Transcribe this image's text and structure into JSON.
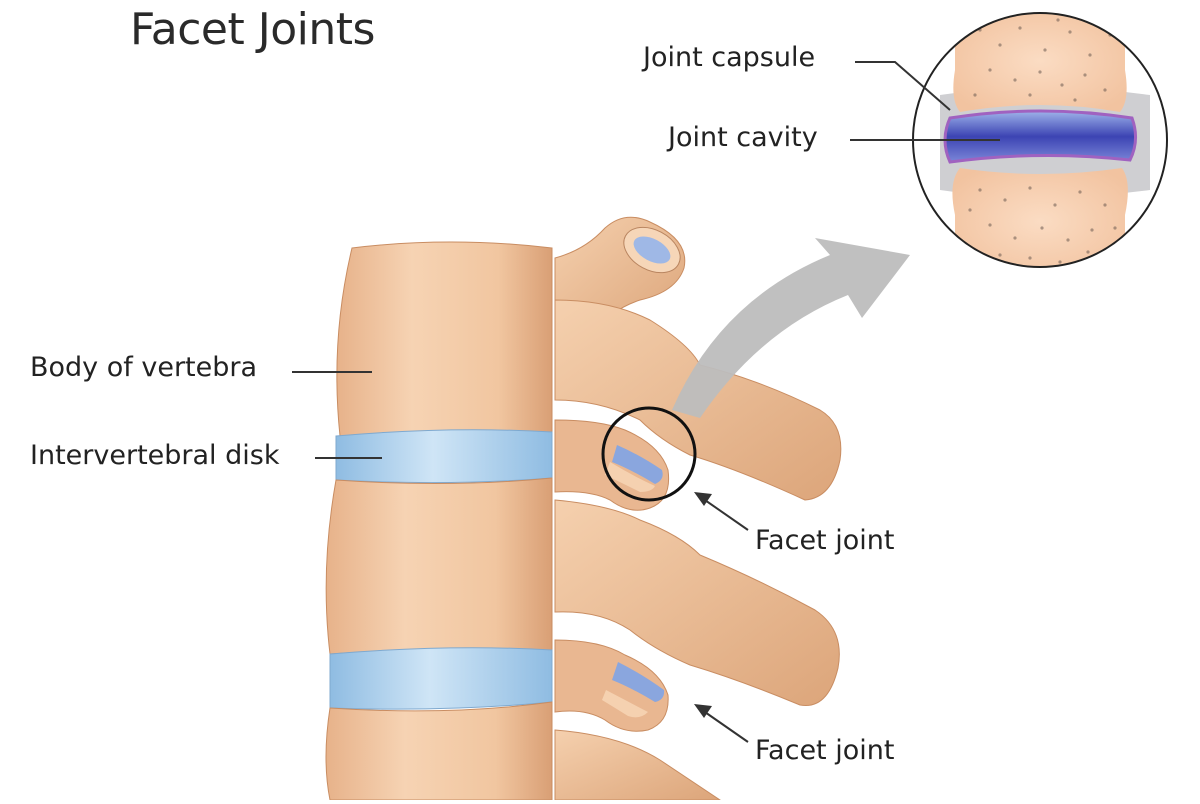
{
  "title": "Facet Joints",
  "labels": {
    "joint_capsule": "Joint capsule",
    "joint_cavity": "Joint cavity",
    "body_of_vertebra": "Body of vertebra",
    "intervertebral_disk": "Intervertebral disk",
    "facet_joint_upper": "Facet joint",
    "facet_joint_lower": "Facet joint"
  },
  "colors": {
    "bone": "#f3c9a3",
    "bone_shade": "#d9a077",
    "disk": "#a9cdea",
    "cavity": "#3a3fb0",
    "capsule": "#c9c9cc",
    "arrow": "#bdbdbd"
  }
}
